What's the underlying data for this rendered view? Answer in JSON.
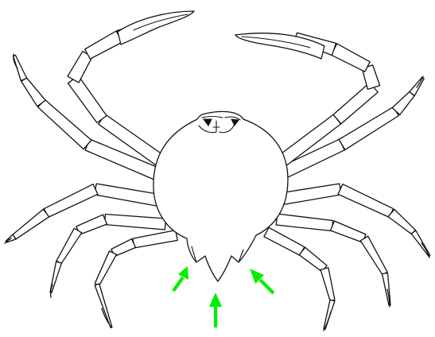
{
  "illustration": {
    "subject": "crab-line-drawing",
    "line_color": "#111111",
    "background": "#ffffff"
  },
  "arrows": {
    "color": "#00ee00",
    "count": 3,
    "targets": [
      "left-rostral-spine",
      "median-spine",
      "right-rostral-spine"
    ]
  }
}
